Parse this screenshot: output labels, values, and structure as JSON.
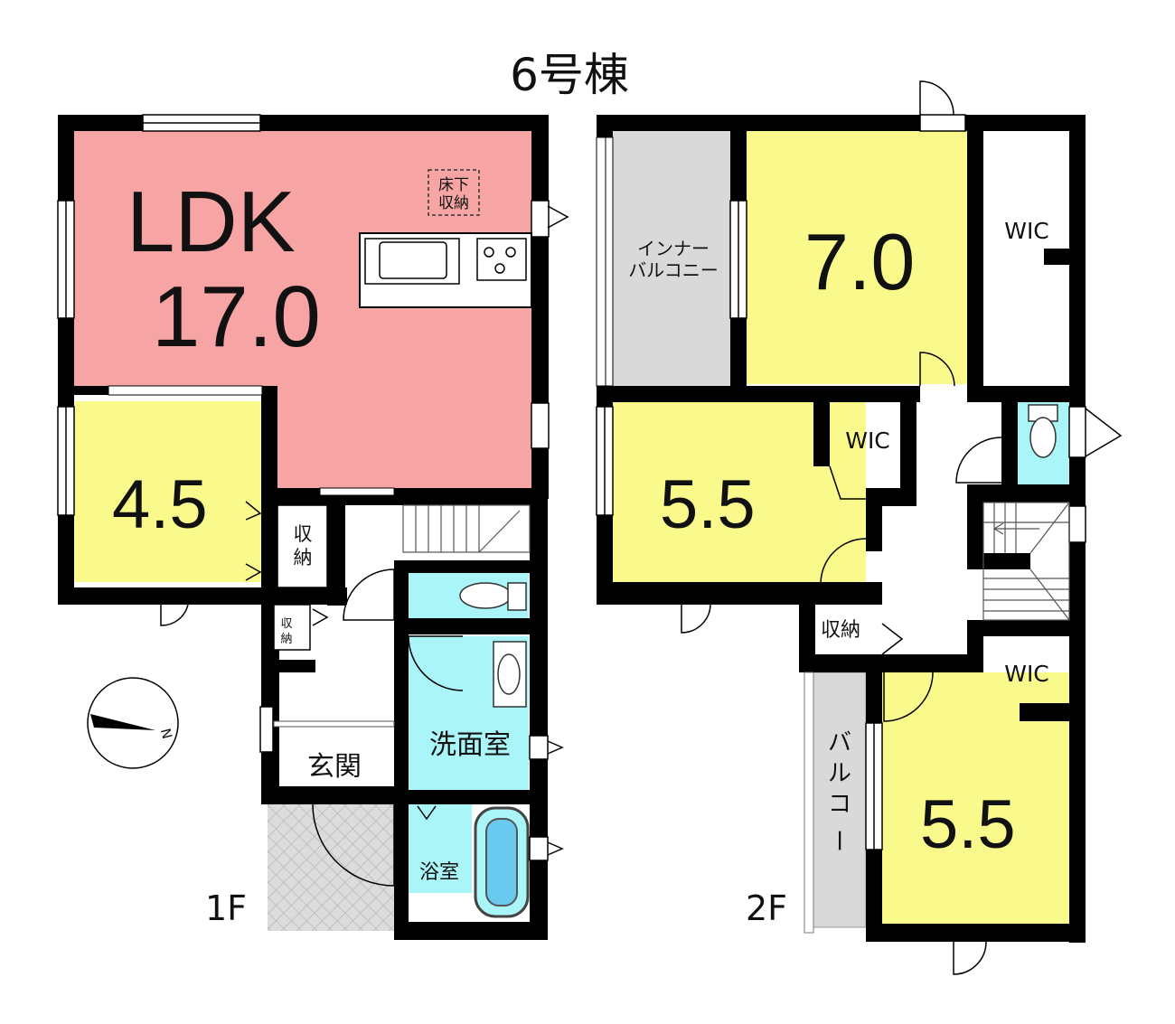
{
  "title": "6号棟",
  "floors": [
    {
      "label": "1F"
    },
    {
      "label": "2F"
    }
  ],
  "rooms_1f": {
    "ldk_name": "LDK",
    "ldk_size": "17.0",
    "underfloor_l1": "床下",
    "underfloor_l2": "収納",
    "western_size": "4.5",
    "closet_l1": "収",
    "closet_l2": "納",
    "small_closet_l1": "収",
    "small_closet_l2": "納",
    "entrance": "玄関",
    "washroom": "洗面室",
    "bath": "浴室"
  },
  "rooms_2f": {
    "inner_balcony_l1": "インナー",
    "inner_balcony_l2": "バルコニー",
    "room_a_size": "7.0",
    "wic_a": "WIC",
    "room_b_size": "5.5",
    "wic_b": "WIC",
    "storage": "収納",
    "room_c_size": "5.5",
    "wic_c": "WIC",
    "balcony_chars": [
      "バ",
      "ル",
      "コ",
      "ー"
    ]
  },
  "compass": {
    "north_label": "N"
  },
  "colors": {
    "wall": "#000000",
    "ldk": "#f6a4a4",
    "western": "#fafa8c",
    "wet": "#a9f5f8",
    "balcony": "#d9d9d9",
    "porch": "#d8d8d8"
  }
}
